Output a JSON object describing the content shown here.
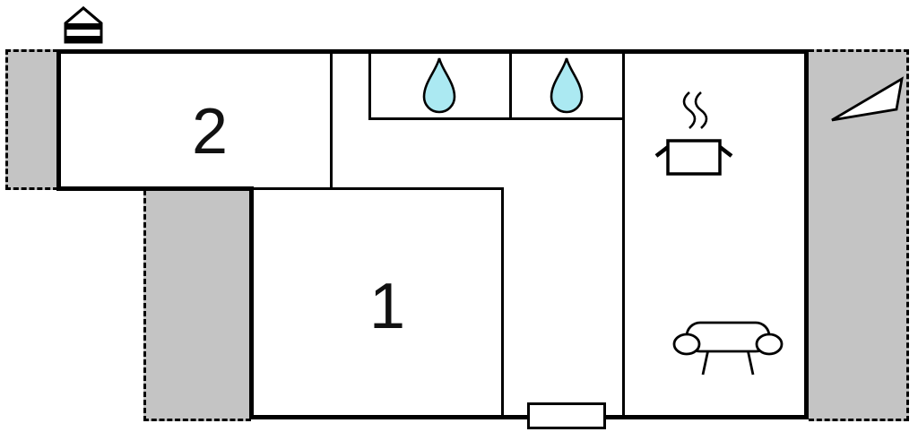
{
  "rooms": [
    {
      "label": "2"
    },
    {
      "label": "1"
    }
  ],
  "fixtures": {
    "icons": [
      "chimney-icon",
      "water-drop-icon",
      "water-drop-icon",
      "pot-with-steam-icon",
      "sofa-icon",
      "direction-triangle-icon",
      "entrance-door"
    ]
  },
  "colors": {
    "wall": "#000000",
    "terrace": "#c4c4c4",
    "water": "#abe9f2",
    "background": "#ffffff"
  }
}
